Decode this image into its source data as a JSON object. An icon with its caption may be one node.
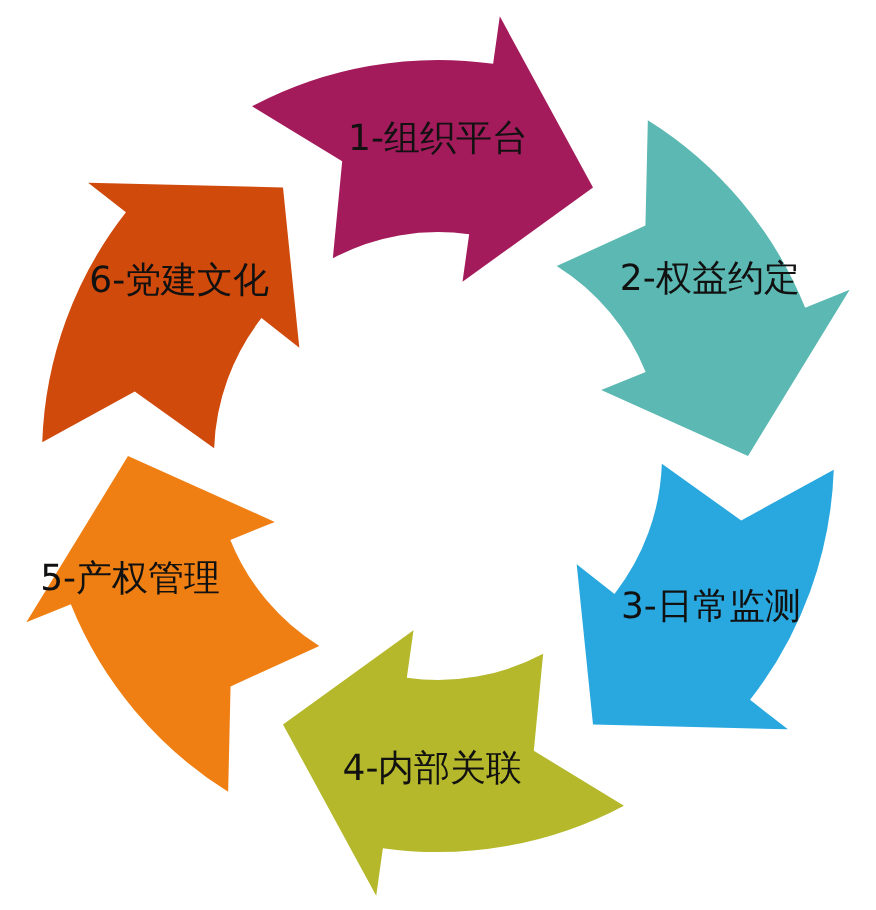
{
  "diagram": {
    "nodes": [
      {
        "text": [
          "1-组织平台"
        ]
      },
      {
        "text": [
          "2-权益约定"
        ]
      },
      {
        "text": [
          "3-日常监测"
        ]
      },
      {
        "text": [
          "4-内部关联"
        ]
      },
      {
        "text": [
          "5-产权管理"
        ]
      },
      {
        "text": [
          "6-党建文化"
        ]
      }
    ]
  }
}
